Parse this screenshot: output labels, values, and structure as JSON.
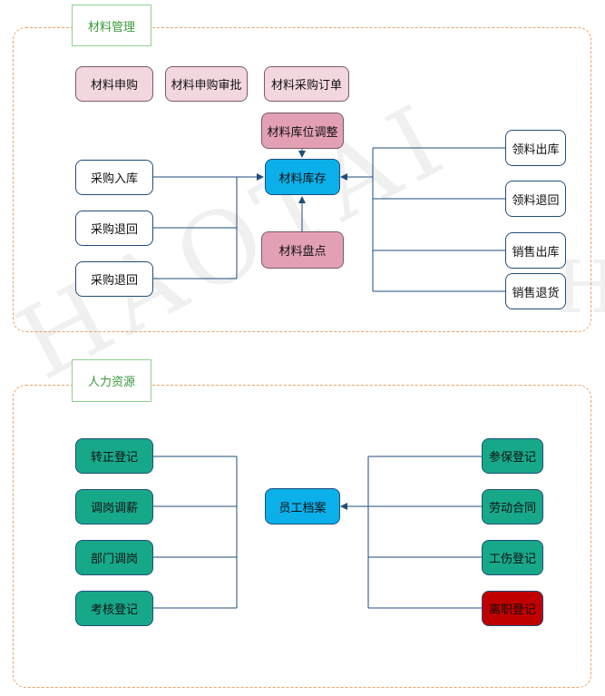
{
  "watermark": {
    "text": "HAOTAI",
    "text2": "H"
  },
  "sections": {
    "material": {
      "title": "材料管理"
    },
    "hr": {
      "title": "人力资源"
    }
  },
  "material": {
    "requisition": "材料申购",
    "requisition_approval": "材料申购审批",
    "purchase_order": "材料采购订单",
    "location_adjust": "材料库位调整",
    "inventory": "材料库存",
    "stocktake": "材料盘点",
    "purchase_in": "采购入库",
    "purchase_return_1": "采购退回",
    "purchase_return_2": "采购退回",
    "issue_out": "领料出库",
    "issue_return": "领料退回",
    "sales_out": "销售出库",
    "sales_return": "销售退货"
  },
  "hr": {
    "employee_file": "员工档案",
    "regularization": "转正登记",
    "transfer_salary": "调岗调薪",
    "dept_transfer": "部门调岗",
    "appraisal": "考核登记",
    "insurance": "参保登记",
    "labor_contract": "劳动合同",
    "work_injury": "工伤登记",
    "resignation": "离职登记"
  },
  "colors": {
    "frame": "#f0a060",
    "tag_border": "#8fd18f",
    "connector": "#1f4e79",
    "white_node": "#ffffff",
    "pink_light": "#f3d7df",
    "pink": "#e3a0b5",
    "blue": "#0bafe9",
    "green": "#17a88a",
    "red": "#c00000"
  }
}
